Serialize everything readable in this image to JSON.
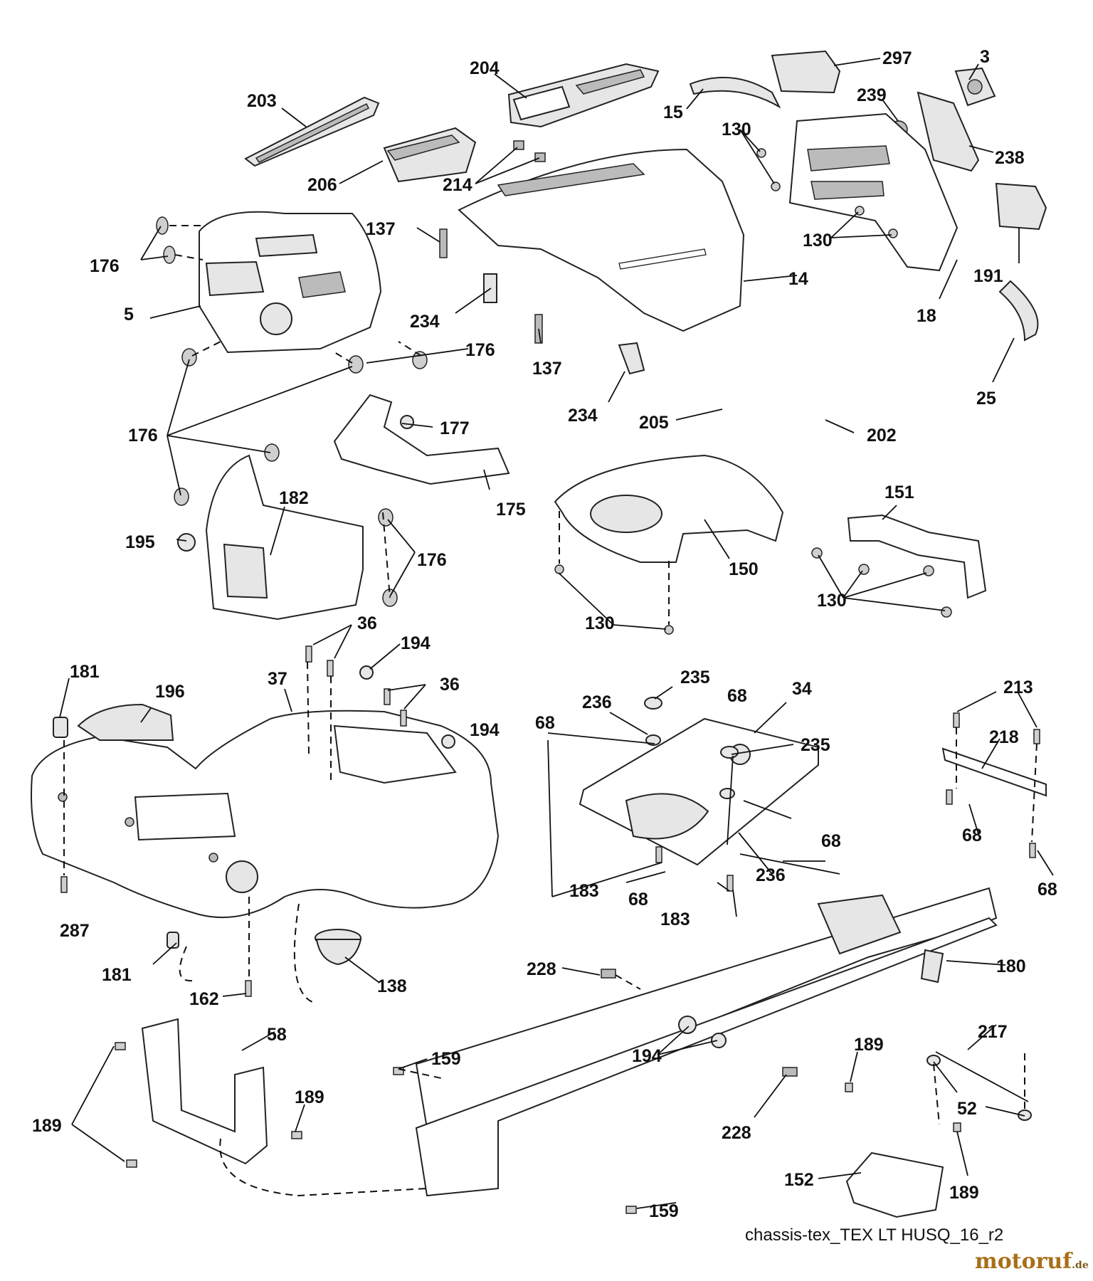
{
  "diagram": {
    "caption": "chassis-tex_TEX LT HUSQ_16_r2",
    "watermark_main": "motoruf",
    "watermark_suffix": ".de",
    "labels": {
      "l297": "297",
      "l3": "3",
      "l204": "204",
      "l203": "203",
      "l15": "15",
      "l239": "239",
      "l130a": "130",
      "l238": "238",
      "l206": "206",
      "l214": "214",
      "l176a": "176",
      "l137a": "137",
      "l130b": "130",
      "l191": "191",
      "l5": "5",
      "l14": "14",
      "l234a": "234",
      "l18": "18",
      "l176b": "176",
      "l137b": "137",
      "l25": "25",
      "l234b": "234",
      "l205": "205",
      "l202": "202",
      "l177": "177",
      "l176c": "176",
      "l151": "151",
      "l182": "182",
      "l175": "175",
      "l195": "195",
      "l176d": "176",
      "l150": "150",
      "l130c": "130",
      "l130d": "130",
      "l36a": "36",
      "l194a": "194",
      "l181a": "181",
      "l37": "37",
      "l235a": "235",
      "l196": "196",
      "l36b": "36",
      "l236a": "236",
      "l68a": "68",
      "l34": "34",
      "l213": "213",
      "l68b": "68",
      "l194b": "194",
      "l218": "218",
      "l235b": "235",
      "l68c": "68",
      "l68d": "68",
      "l236b": "236",
      "l183a": "183",
      "l68e": "68",
      "l68f": "68",
      "l287": "287",
      "l183b": "183",
      "l180": "180",
      "l181b": "181",
      "l228a": "228",
      "l138": "138",
      "l162": "162",
      "l58": "58",
      "l217": "217",
      "l189a": "189",
      "l194c": "194",
      "l159a": "159",
      "l189b": "189",
      "l189c": "189",
      "l52": "52",
      "l228b": "228",
      "l152": "152",
      "l189d": "189",
      "l159b": "159"
    }
  }
}
